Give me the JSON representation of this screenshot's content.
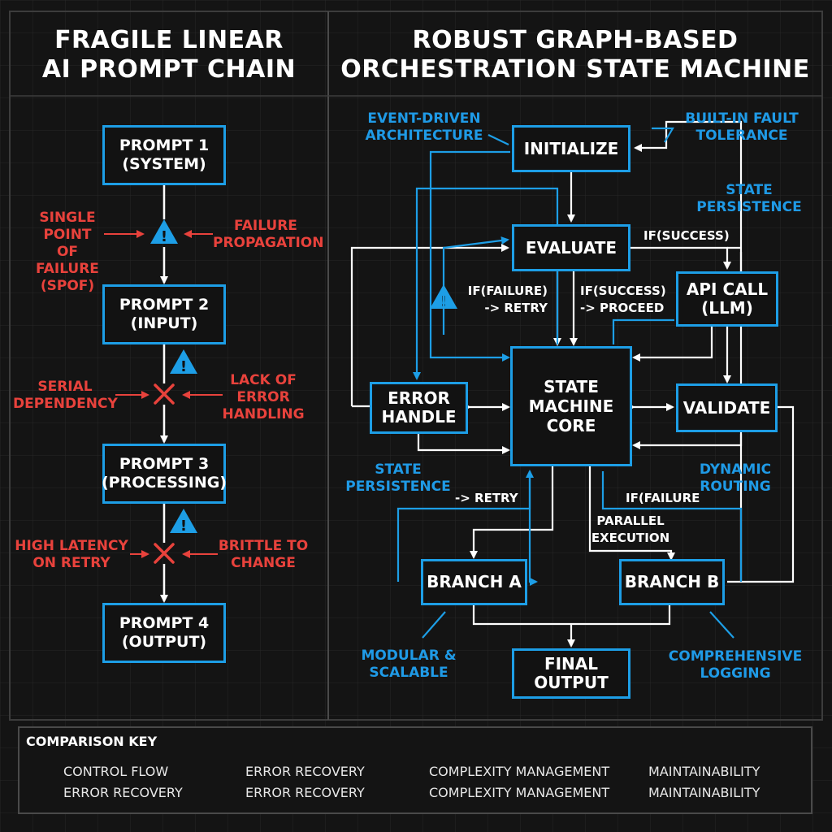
{
  "left": {
    "title": "FRAGILE LINEAR\nAI PROMPT CHAIN",
    "boxes": [
      "PROMPT 1\n(SYSTEM)",
      "PROMPT 2\n(INPUT)",
      "PROMPT 3\n(PROCESSING)",
      "PROMPT 4\n(OUTPUT)"
    ],
    "labels": {
      "spof": "SINGLE\nPOINT OF\nFAILURE\n(SPOF)",
      "failure_propagation": "FAILURE\nPROPAGATION",
      "serial_dependency": "SERIAL\nDEPENDENCY",
      "lack_error_handling": "LACK OF\nERROR\nHANDLING",
      "high_latency": "HIGH LATENCY\nON RETRY",
      "brittle": "BRITTLE TO\nCHANGE"
    }
  },
  "right": {
    "title": "ROBUST GRAPH-BASED\nORCHESTRATION STATE MACHINE",
    "nodes": {
      "initialize": "INITIALIZE",
      "evaluate": "EVALUATE",
      "api_call": "API CALL\n(LLM)",
      "core": "STATE\nMACHINE\nCORE",
      "error_handle": "ERROR\nHANDLE",
      "validate": "VALIDATE",
      "branch_a": "BRANCH A",
      "branch_b": "BRANCH B",
      "final_output": "FINAL\nOUTPUT"
    },
    "blue_labels": {
      "event_driven": "EVENT-DRIVEN\nARCHITECTURE",
      "fault_tolerance": "BUILT-IN FAULT\nTOLERANCE",
      "state_persistence_top": "STATE\nPERSISTENCE",
      "state_persistence_left": "STATE\nPERSISTENCE",
      "dynamic_routing": "DYNAMIC\nROUTING",
      "modular": "MODULAR &\nSCALABLE",
      "logging": "COMPREHENSIVE\nLOGGING"
    },
    "white_labels": {
      "if_success_top": "IF(SUCCESS)",
      "if_failure_retry": "IF(FAILURE)\n-> RETRY",
      "if_success_proceed": "IF(SUCCESS)\n-> PROCEED",
      "retry": "-> RETRY",
      "if_failure": "IF(FAILURE",
      "parallel": "PARALLEL\nEXECUTION"
    }
  },
  "key": {
    "title": "COMPARISON KEY",
    "rows": [
      [
        "CONTROL FLOW",
        "ERROR RECOVERY",
        "COMPLEXITY MANAGEMENT",
        "MAINTAINABILITY"
      ],
      [
        "ERROR RECOVERY",
        "ERROR RECOVERY",
        "COMPLEXITY MANAGEMENT",
        "MAINTAINABILITY"
      ]
    ]
  },
  "colors": {
    "blue": "#1d9ee6",
    "red": "#e8423c",
    "white": "#ffffff",
    "background": "#141414"
  }
}
